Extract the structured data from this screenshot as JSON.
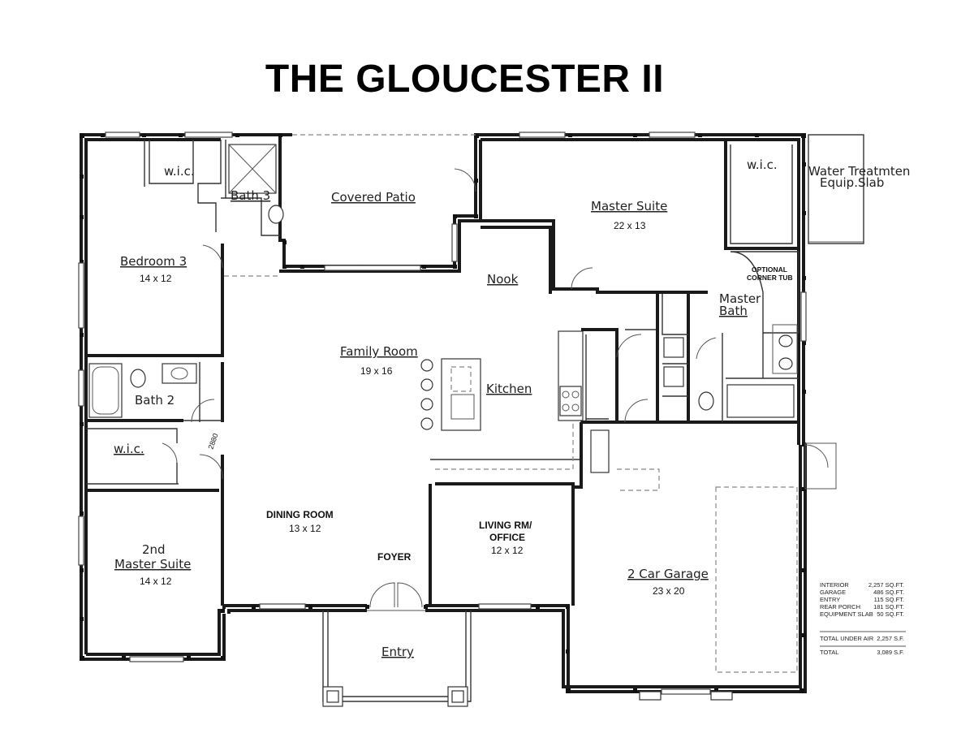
{
  "title": "THE GLOUCESTER II",
  "rooms": {
    "bedroom3": {
      "name": "Bedroom 3",
      "size": "14 x 12"
    },
    "bath3": {
      "name": "Bath 3"
    },
    "wic_bed3": {
      "name": "w.i.c."
    },
    "covered_patio": {
      "name": "Covered Patio"
    },
    "master_suite": {
      "name": "Master Suite",
      "size": "22 x 13"
    },
    "wic_master": {
      "name": "w.i.c."
    },
    "water_treatment": {
      "line1": "Water Treatmten",
      "line2": "Equip.Slab"
    },
    "optional_tub": {
      "line1": "OPTIONAL",
      "line2": "CORNER TUB"
    },
    "master_bath": {
      "line1": "Master",
      "line2": "Bath"
    },
    "nook": {
      "name": "Nook"
    },
    "family_room": {
      "name": "Family Room",
      "size": "19 x 16"
    },
    "kitchen": {
      "name": "Kitchen"
    },
    "bath2": {
      "name": "Bath 2"
    },
    "wic_2nd": {
      "name": "w.i.c."
    },
    "door_label": {
      "name": "2880"
    },
    "dining_room": {
      "name": "DINING ROOM",
      "size": "13 x 12"
    },
    "living_office": {
      "line1": "LIVING RM/",
      "line2": "OFFICE",
      "size": "12 x 12"
    },
    "second_master": {
      "line1": "2nd",
      "line2": "Master Suite",
      "size": "14 x 12"
    },
    "foyer": {
      "name": "FOYER"
    },
    "garage": {
      "name": "2 Car Garage",
      "size": "23 x 20"
    },
    "entry": {
      "name": "Entry"
    }
  },
  "square_footage": {
    "rows": [
      {
        "label": "INTERIOR",
        "value": "2,257 SQ.FT."
      },
      {
        "label": "GARAGE",
        "value": "486 SQ.FT."
      },
      {
        "label": "ENTRY",
        "value": "115 SQ.FT."
      },
      {
        "label": "REAR PORCH",
        "value": "181 SQ.FT."
      },
      {
        "label": "EQUIPMENT SLAB",
        "value": "50 SQ.FT."
      }
    ],
    "total_under_air": {
      "label": "TOTAL UNDER AIR",
      "value": "2,257 S.F."
    },
    "total": {
      "label": "TOTAL",
      "value": "3,089 S.F."
    }
  }
}
